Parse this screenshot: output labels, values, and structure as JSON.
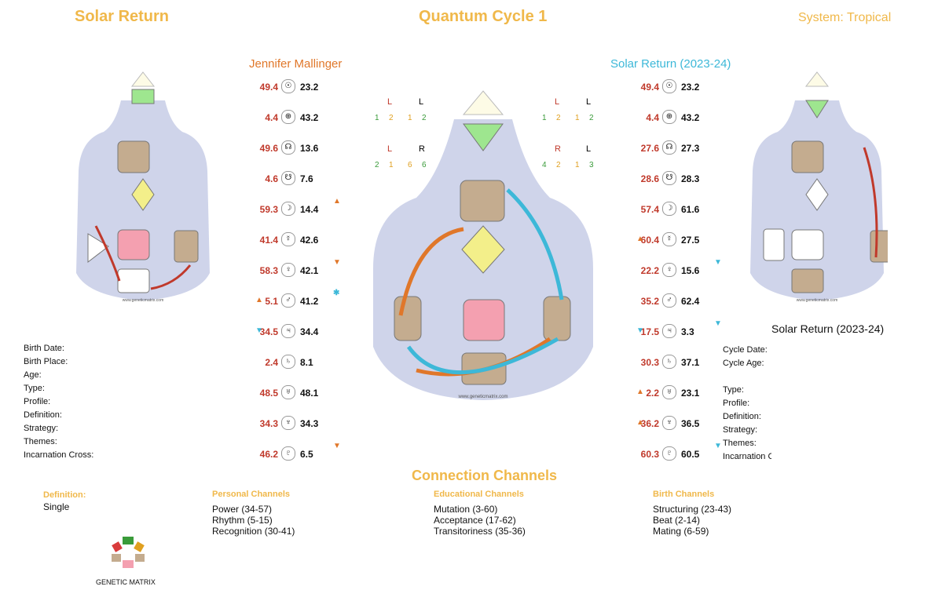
{
  "header": {
    "left_title": "Solar Return",
    "center_title": "Quantum Cycle 1",
    "system": "System: Tropical"
  },
  "person_name": "Jennifer Mallinger",
  "solar_return_label": "Solar Return (2023-24)",
  "watermark": "www.geneticmatrix.com",
  "left_planets": [
    {
      "left": "49.4",
      "glyph": "☉",
      "right": "23.2",
      "marker_right": ""
    },
    {
      "left": "4.4",
      "glyph": "⊕",
      "right": "43.2",
      "marker_right": ""
    },
    {
      "left": "49.6",
      "glyph": "☊",
      "right": "13.6",
      "marker_right": ""
    },
    {
      "left": "4.6",
      "glyph": "☋",
      "right": "7.6",
      "marker_right": ""
    },
    {
      "left": "59.3",
      "glyph": "☽",
      "right": "14.4",
      "marker_right": "▲"
    },
    {
      "left": "41.4",
      "glyph": "☿",
      "right": "42.6",
      "marker_right": ""
    },
    {
      "left": "58.3",
      "glyph": "♀",
      "right": "42.1",
      "marker_right": "▼"
    },
    {
      "left": "5.1",
      "glyph": "♂",
      "right": "41.2",
      "marker_right": "✱",
      "marker_left": "▲"
    },
    {
      "left": "34.5",
      "glyph": "♃",
      "right": "34.4",
      "marker_right": "",
      "marker_left": "▼"
    },
    {
      "left": "2.4",
      "glyph": "♄",
      "right": "8.1",
      "marker_right": ""
    },
    {
      "left": "48.5",
      "glyph": "♅",
      "right": "48.1",
      "marker_right": ""
    },
    {
      "left": "34.3",
      "glyph": "♆",
      "right": "34.3",
      "marker_right": ""
    },
    {
      "left": "46.2",
      "glyph": "♇",
      "right": "6.5",
      "marker_right": "▼"
    }
  ],
  "right_planets": [
    {
      "left": "49.4",
      "glyph": "☉",
      "right": "23.2",
      "marker_right": ""
    },
    {
      "left": "4.4",
      "glyph": "⊕",
      "right": "43.2",
      "marker_right": ""
    },
    {
      "left": "27.6",
      "glyph": "☊",
      "right": "27.3",
      "marker_right": ""
    },
    {
      "left": "28.6",
      "glyph": "☋",
      "right": "28.3",
      "marker_right": ""
    },
    {
      "left": "57.4",
      "glyph": "☽",
      "right": "61.6",
      "marker_right": ""
    },
    {
      "left": "60.4",
      "glyph": "☿",
      "right": "27.5",
      "marker_right": "",
      "marker_left": "▲"
    },
    {
      "left": "22.2",
      "glyph": "♀",
      "right": "15.6",
      "marker_right": "▼"
    },
    {
      "left": "35.2",
      "glyph": "♂",
      "right": "62.4",
      "marker_right": ""
    },
    {
      "left": "17.5",
      "glyph": "♃",
      "right": "3.3",
      "marker_right": "▼",
      "marker_left": "▼"
    },
    {
      "left": "30.3",
      "glyph": "♄",
      "right": "37.1",
      "marker_right": ""
    },
    {
      "left": "2.2",
      "glyph": "♅",
      "right": "23.1",
      "marker_right": "",
      "marker_left": "▲"
    },
    {
      "left": "36.2",
      "glyph": "♆",
      "right": "36.5",
      "marker_right": "",
      "marker_left": "▲"
    },
    {
      "left": "60.3",
      "glyph": "♇",
      "right": "60.5",
      "marker_right": "▼"
    }
  ],
  "variables": {
    "left": {
      "top": [
        "L",
        "L"
      ],
      "top_nums": [
        "1",
        "2",
        "1",
        "2"
      ],
      "bottom": [
        "L",
        "R"
      ],
      "bottom_nums": [
        "2",
        "1",
        "6",
        "6"
      ]
    },
    "right": {
      "top": [
        "L",
        "L"
      ],
      "top_nums": [
        "1",
        "2",
        "1",
        "2"
      ],
      "bottom": [
        "R",
        "L"
      ],
      "bottom_nums": [
        "4",
        "2",
        "1",
        "3"
      ]
    }
  },
  "birth_info": {
    "labels": [
      "Birth Date:",
      "Birth Place:",
      "Age:",
      "Type:",
      "Profile:",
      "Definition:",
      "Strategy:",
      "Themes:",
      "Incarnation Cross:"
    ]
  },
  "cycle_info": {
    "labels": [
      "Cycle Date:",
      "Cycle Age:",
      "Type:",
      "Profile:",
      "Definition:",
      "Strategy:",
      "Themes:",
      "Incarnation Cross:"
    ]
  },
  "connection": {
    "title": "Connection Channels",
    "definition_label": "Definition:",
    "definition_value": "Single",
    "personal_label": "Personal Channels",
    "personal": [
      "Power (34-57)",
      "Rhythm (5-15)",
      "Recognition (30-41)"
    ],
    "educational_label": "Educational Channels",
    "educational": [
      "Mutation (3-60)",
      "Acceptance (17-62)",
      "Transitoriness (35-36)"
    ],
    "birth_label": "Birth Channels",
    "birth": [
      "Structuring (23-43)",
      "Beat (2-14)",
      "Mating (6-59)"
    ]
  },
  "logo_text": "GENETIC MATRIX",
  "colors": {
    "accent": "#f0b84a",
    "orange_name": "#e0772a",
    "cyan_name": "#3db8d8",
    "red_value": "#c0392b"
  }
}
